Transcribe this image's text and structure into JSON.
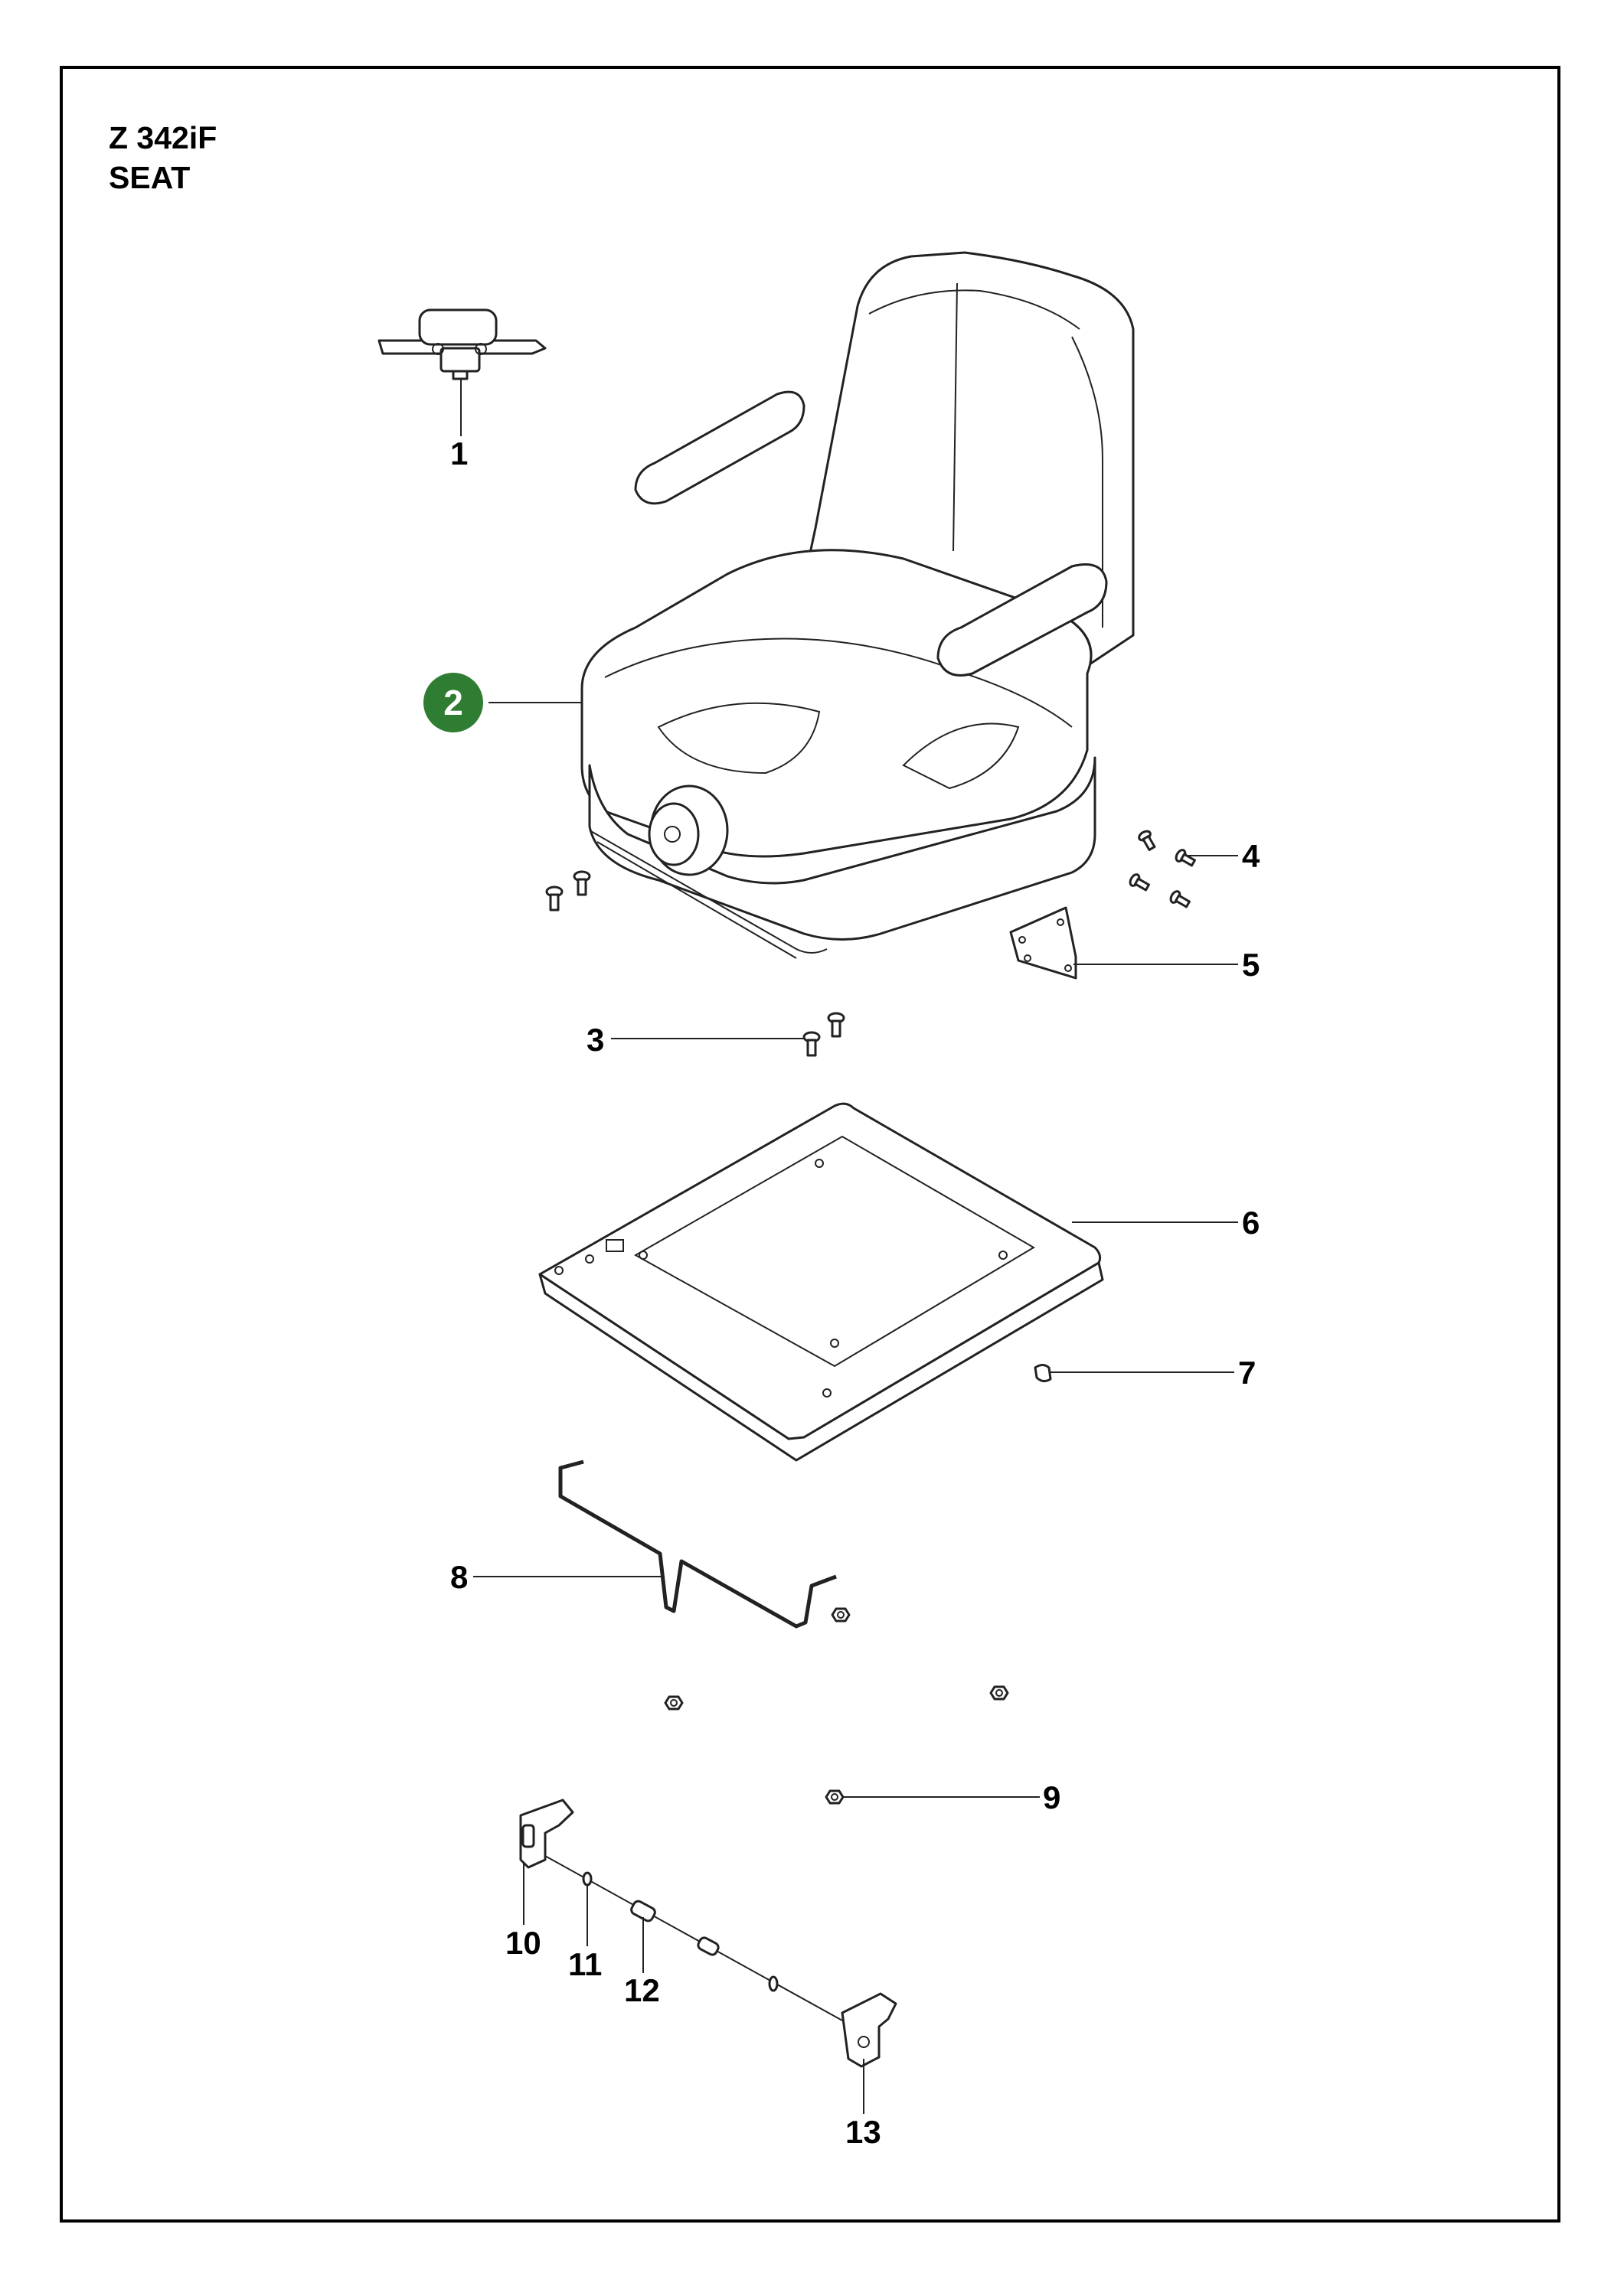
{
  "header": {
    "model": "Z 342iF",
    "section": "SEAT"
  },
  "callouts": [
    {
      "id": "1",
      "label": "1"
    },
    {
      "id": "2",
      "label": "2",
      "highlight": true,
      "highlight_color": "#2e7d32"
    },
    {
      "id": "3",
      "label": "3"
    },
    {
      "id": "4",
      "label": "4"
    },
    {
      "id": "5",
      "label": "5"
    },
    {
      "id": "6",
      "label": "6"
    },
    {
      "id": "7",
      "label": "7"
    },
    {
      "id": "8",
      "label": "8"
    },
    {
      "id": "9",
      "label": "9"
    },
    {
      "id": "10",
      "label": "10"
    },
    {
      "id": "11",
      "label": "11"
    },
    {
      "id": "12",
      "label": "12"
    },
    {
      "id": "13",
      "label": "13"
    }
  ]
}
